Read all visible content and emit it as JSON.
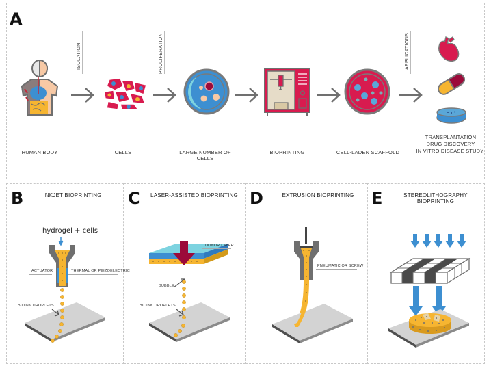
{
  "panel_a": {
    "letter": "A",
    "steps": [
      {
        "label": "HUMAN BODY",
        "icon": "human-body-icon"
      },
      {
        "label": "CELLS",
        "icon": "cells-icon"
      },
      {
        "label": "LARGE NUMBER OF CELLS",
        "icon": "petri-dish-icon"
      },
      {
        "label": "BIOPRINTING",
        "icon": "bioprinter-icon"
      },
      {
        "label": "CELL-LADEN SCAFFOLD",
        "icon": "scaffold-icon"
      }
    ],
    "transitions": [
      "ISOLATION",
      "PROLIFERATION",
      "APPLICATIONS"
    ],
    "applications": {
      "lines": [
        "TRANSPLANTATION",
        "DRUG DISCOVERY",
        "IN VITRO DISEASE STUDY"
      ],
      "icons": [
        "heart-icon",
        "pill-capsule-icon",
        "culture-dish-icon"
      ]
    }
  },
  "panel_b": {
    "letter": "B",
    "title": "INKJET BIOPRINTING",
    "input_label": "hydrogel + cells",
    "labels": {
      "actuator": "ACTUATOR",
      "mechanism": "THERMAL OR PIEZOELECTRIC",
      "droplets": "BIOINK DROPLETS"
    }
  },
  "panel_c": {
    "letter": "C",
    "title": "LASER-ASSISTED BIOPRINTING",
    "labels": {
      "donor": "DONOR LAYER",
      "bubble": "BUBBLE",
      "droplets": "BIOINK DROPLETS"
    }
  },
  "panel_d": {
    "letter": "D",
    "title": "EXTRUSION BIOPRINTING",
    "labels": {
      "mechanism": "PNEUMATIC OR SCREW"
    }
  },
  "panel_e": {
    "letter": "E",
    "title": "STEREOLITHOGRAPHY BIOPRINTING"
  },
  "colors": {
    "crimson": "#d81b4f",
    "maroon": "#9b0a3a",
    "blue": "#3d8fd1",
    "teal": "#7dd3e0",
    "orange": "#f6b531",
    "gray": "#6f6f6f",
    "plate": "#d3d3d3",
    "beige": "#e6dcc8"
  }
}
